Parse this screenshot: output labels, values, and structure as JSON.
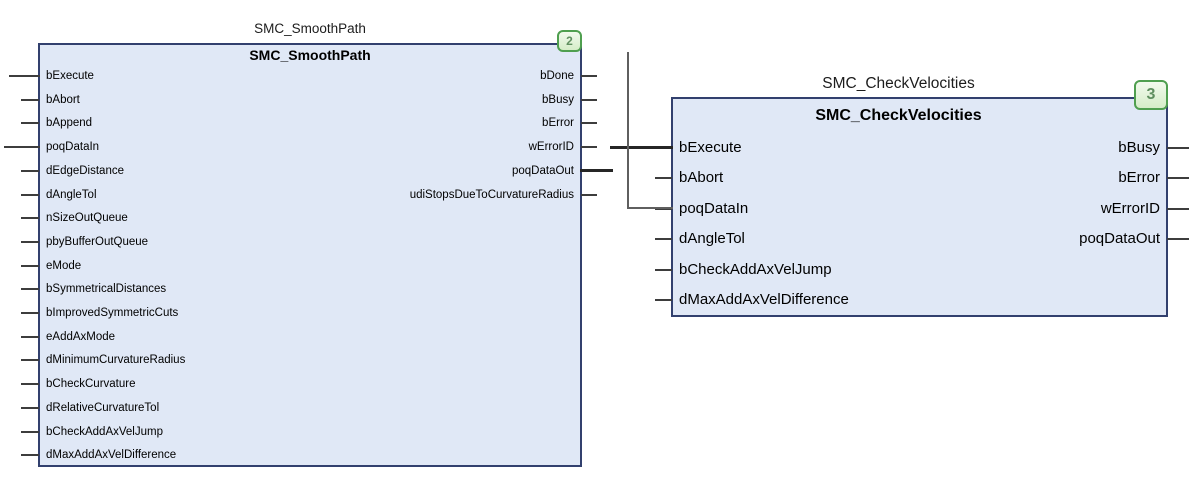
{
  "diagram": {
    "blocks": [
      {
        "instance_name": "SMC_SmoothPath",
        "type_name": "SMC_SmoothPath",
        "badge": "2",
        "inputs": [
          "bExecute",
          "bAbort",
          "bAppend",
          "poqDataIn",
          "dEdgeDistance",
          "dAngleTol",
          "nSizeOutQueue",
          "pbyBufferOutQueue",
          "eMode",
          "bSymmetricalDistances",
          "bImprovedSymmetricCuts",
          "eAddAxMode",
          "dMinimumCurvatureRadius",
          "bCheckCurvature",
          "dRelativeCurvatureTol",
          "bCheckAddAxVelJump",
          "dMaxAddAxVelDifference"
        ],
        "outputs": [
          "bDone",
          "bBusy",
          "bError",
          "wErrorID",
          "poqDataOut",
          "udiStopsDueToCurvatureRadius"
        ]
      },
      {
        "instance_name": "SMC_CheckVelocities",
        "type_name": "SMC_CheckVelocities",
        "badge": "3",
        "inputs": [
          "bExecute",
          "bAbort",
          "poqDataIn",
          "dAngleTol",
          "bCheckAddAxVelJump",
          "dMaxAddAxVelDifference"
        ],
        "outputs": [
          "bBusy",
          "bError",
          "wErrorID",
          "poqDataOut"
        ]
      }
    ],
    "colors": {
      "block_fill": "#e0e8f6",
      "block_border": "#32406e",
      "wire": "#3d3d3d",
      "wire_bold": "#262626",
      "wire_gray": "#5f5f5f",
      "badge_border": "#4f9f4f",
      "badge_fill_top": "#f2faed",
      "badge_fill_bottom": "#d5edc8",
      "badge_text": "#5f8f5f"
    }
  }
}
